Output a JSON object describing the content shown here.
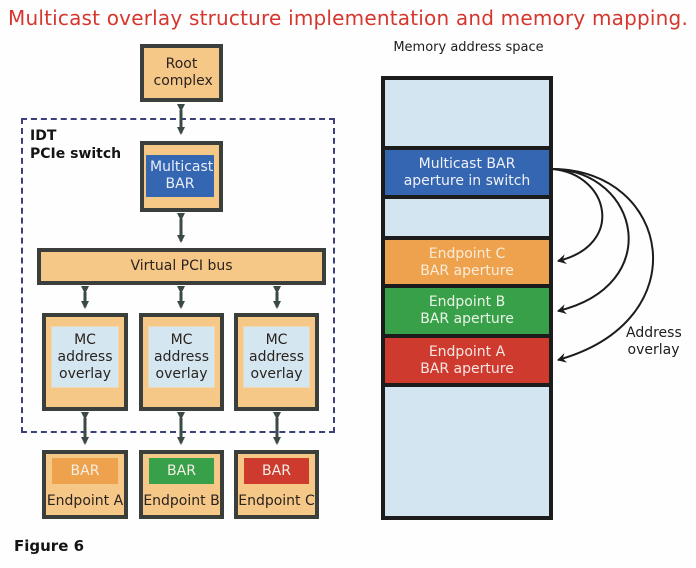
{
  "title": "Multicast overlay structure implementation and memory mapping.",
  "figure_label": "Figure 6",
  "colors": {
    "title": "#d6362d",
    "box_fill": "#f6c888",
    "multicast_blue": "#3566b1",
    "overlay_light_blue": "#d4e6ef",
    "endpoint_a": "#eea24e",
    "endpoint_b": "#39a04a",
    "endpoint_c": "#cf3a2f",
    "dashed_border": "#3b3f7a"
  },
  "left_diagram": {
    "root_complex": "Root complex",
    "switch_label_line1": "IDT",
    "switch_label_line2": "PCIe switch",
    "multicast_bar": "Multicast BAR",
    "virtual_bus": "Virtual PCI bus",
    "overlays": [
      {
        "label": "MC address overlay"
      },
      {
        "label": "MC address overlay"
      },
      {
        "label": "MC address overlay"
      }
    ],
    "endpoints": [
      {
        "bar": "BAR",
        "name": "Endpoint A"
      },
      {
        "bar": "BAR",
        "name": "Endpoint B"
      },
      {
        "bar": "BAR",
        "name": "Endpoint C"
      }
    ]
  },
  "memory_map": {
    "label": "Memory address space",
    "regions": [
      {
        "label": ""
      },
      {
        "label": "Multicast BAR aperture in switch"
      },
      {
        "label": ""
      },
      {
        "label": "Endpoint C BAR aperture"
      },
      {
        "label": "Endpoint B BAR aperture"
      },
      {
        "label": "Endpoint A BAR aperture"
      },
      {
        "label": ""
      }
    ],
    "overlay_label": "Address overlay"
  }
}
